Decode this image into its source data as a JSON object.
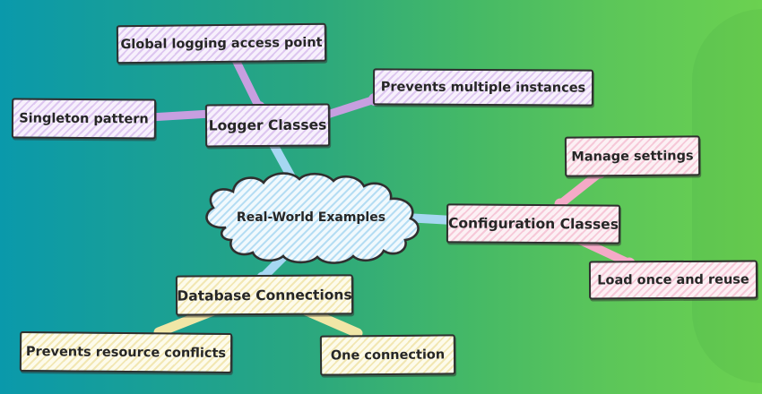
{
  "canvas": {
    "background_left_color": "#0a99ab",
    "background_right_color": "#6bd150"
  },
  "center_node": {
    "label": "Real-World Examples",
    "shape": "cloud",
    "line_color": "#a6d7f2",
    "fill_color": "#f1f9fd",
    "hatch_color": "#b3dcf3"
  },
  "branches": [
    {
      "label": "Logger Classes",
      "line_color": "#c79fe0",
      "box_fill": "#f7f0fc",
      "hatch_color": "#ddc6f0",
      "children": [
        "Global logging access point",
        "Singleton pattern",
        "Prevents multiple instances"
      ]
    },
    {
      "label": "Configuration Classes",
      "line_color": "#f4aac7",
      "box_fill": "#fcf0f4",
      "hatch_color": "#f6c8d8",
      "children": [
        "Manage settings",
        "Load once and reuse"
      ]
    },
    {
      "label": "Database Connections",
      "line_color": "#f0e6a6",
      "box_fill": "#fdfbeb",
      "hatch_color": "#f2e7b3",
      "children": [
        "Prevents resource conflicts",
        "One connection"
      ]
    }
  ]
}
